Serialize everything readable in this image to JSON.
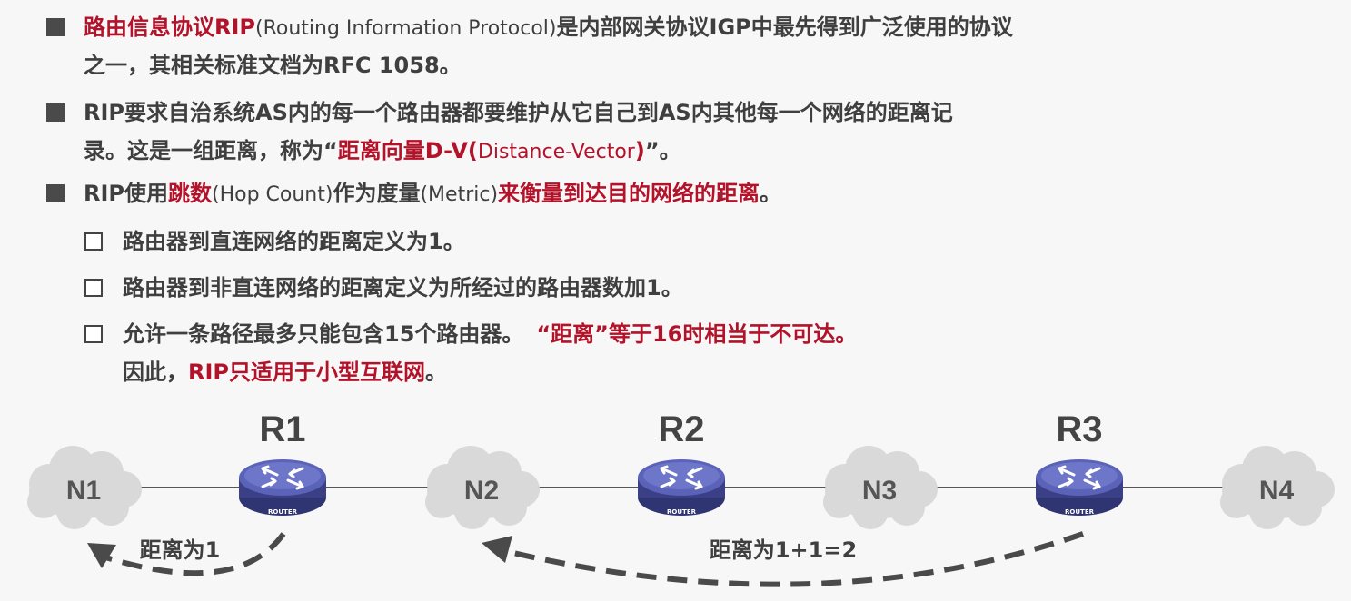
{
  "bullets": {
    "b1": {
      "seg1_red": "路由信息协议RIP",
      "seg2_en": "(Routing Information Protocol)",
      "seg3": "是内部网关协议IGP中最先得到广泛使用的协议",
      "line2": "之一，其相关标准文档为RFC 1058。"
    },
    "b2": {
      "line1": "RIP要求自治系统AS内的每一个路由器都要维护从它自己到AS内其他每一个网络的距离记",
      "line2_pre": "录。这是一组距离，称为“",
      "line2_red1": "距离向量D-V(",
      "line2_red_en": "Distance-Vector",
      "line2_red2": ")",
      "line2_post": "”。"
    },
    "b3": {
      "seg1": "RIP使用",
      "seg2_red": "跳数",
      "seg3_en": "(Hop Count)",
      "seg4": "作为度量",
      "seg5_en": "(Metric)",
      "seg6_red": "来衡量到达目的网络的距离",
      "seg7": "。"
    },
    "sub1": "路由器到直连网络的距离定义为1。",
    "sub2": "路由器到非直连网络的距离定义为所经过的路由器数加1。",
    "sub3": {
      "pre": "允许一条路径最多只能包含15个路由器。",
      "red": "“距离”等于16时相当于不可达。",
      "line2_pre": "因此，",
      "line2_red": "RIP只适用于小型互联网",
      "line2_post": "。"
    }
  },
  "diagram": {
    "networks": [
      "N1",
      "N2",
      "N3",
      "N4"
    ],
    "routers": [
      "R1",
      "R2",
      "R3"
    ],
    "router_badge": "ROUTER",
    "arrow1_label": "距离为1",
    "arrow2_label": "距离为1+1=2",
    "colors": {
      "cloud": "#d9d9d9",
      "router_top": "#5a63b8",
      "router_side": "#3a3f86",
      "accent_red": "#b3132a",
      "arrow": "#4a4a4a"
    }
  }
}
